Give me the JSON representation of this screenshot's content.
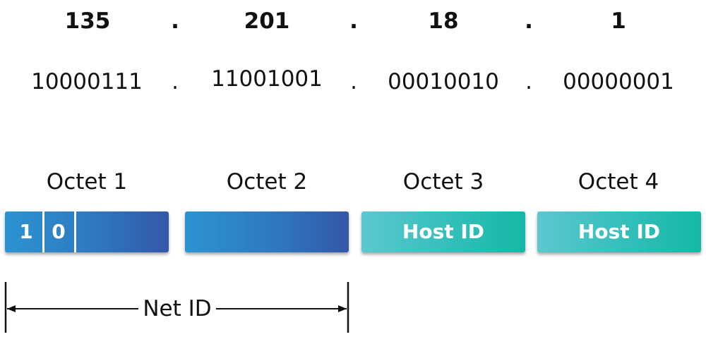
{
  "decimal": {
    "octets": [
      "135",
      "201",
      "18",
      "1"
    ],
    "separator": "."
  },
  "binary": {
    "octets": [
      "10000111",
      "11001001",
      "00010010",
      "00000001"
    ],
    "separator": "."
  },
  "octet_labels": [
    "Octet 1",
    "Octet 2",
    "Octet 3",
    "Octet 4"
  ],
  "boxes": {
    "octet1_bits": [
      "1",
      "0"
    ],
    "octet3_label": "Host ID",
    "octet4_label": "Host ID"
  },
  "net_id": {
    "label": "Net ID"
  },
  "colors": {
    "net_gradient_start": "#2c93d1",
    "net_gradient_end": "#3358a8",
    "host_gradient_start": "#5bc8cf",
    "host_gradient_end": "#15b8a6"
  }
}
